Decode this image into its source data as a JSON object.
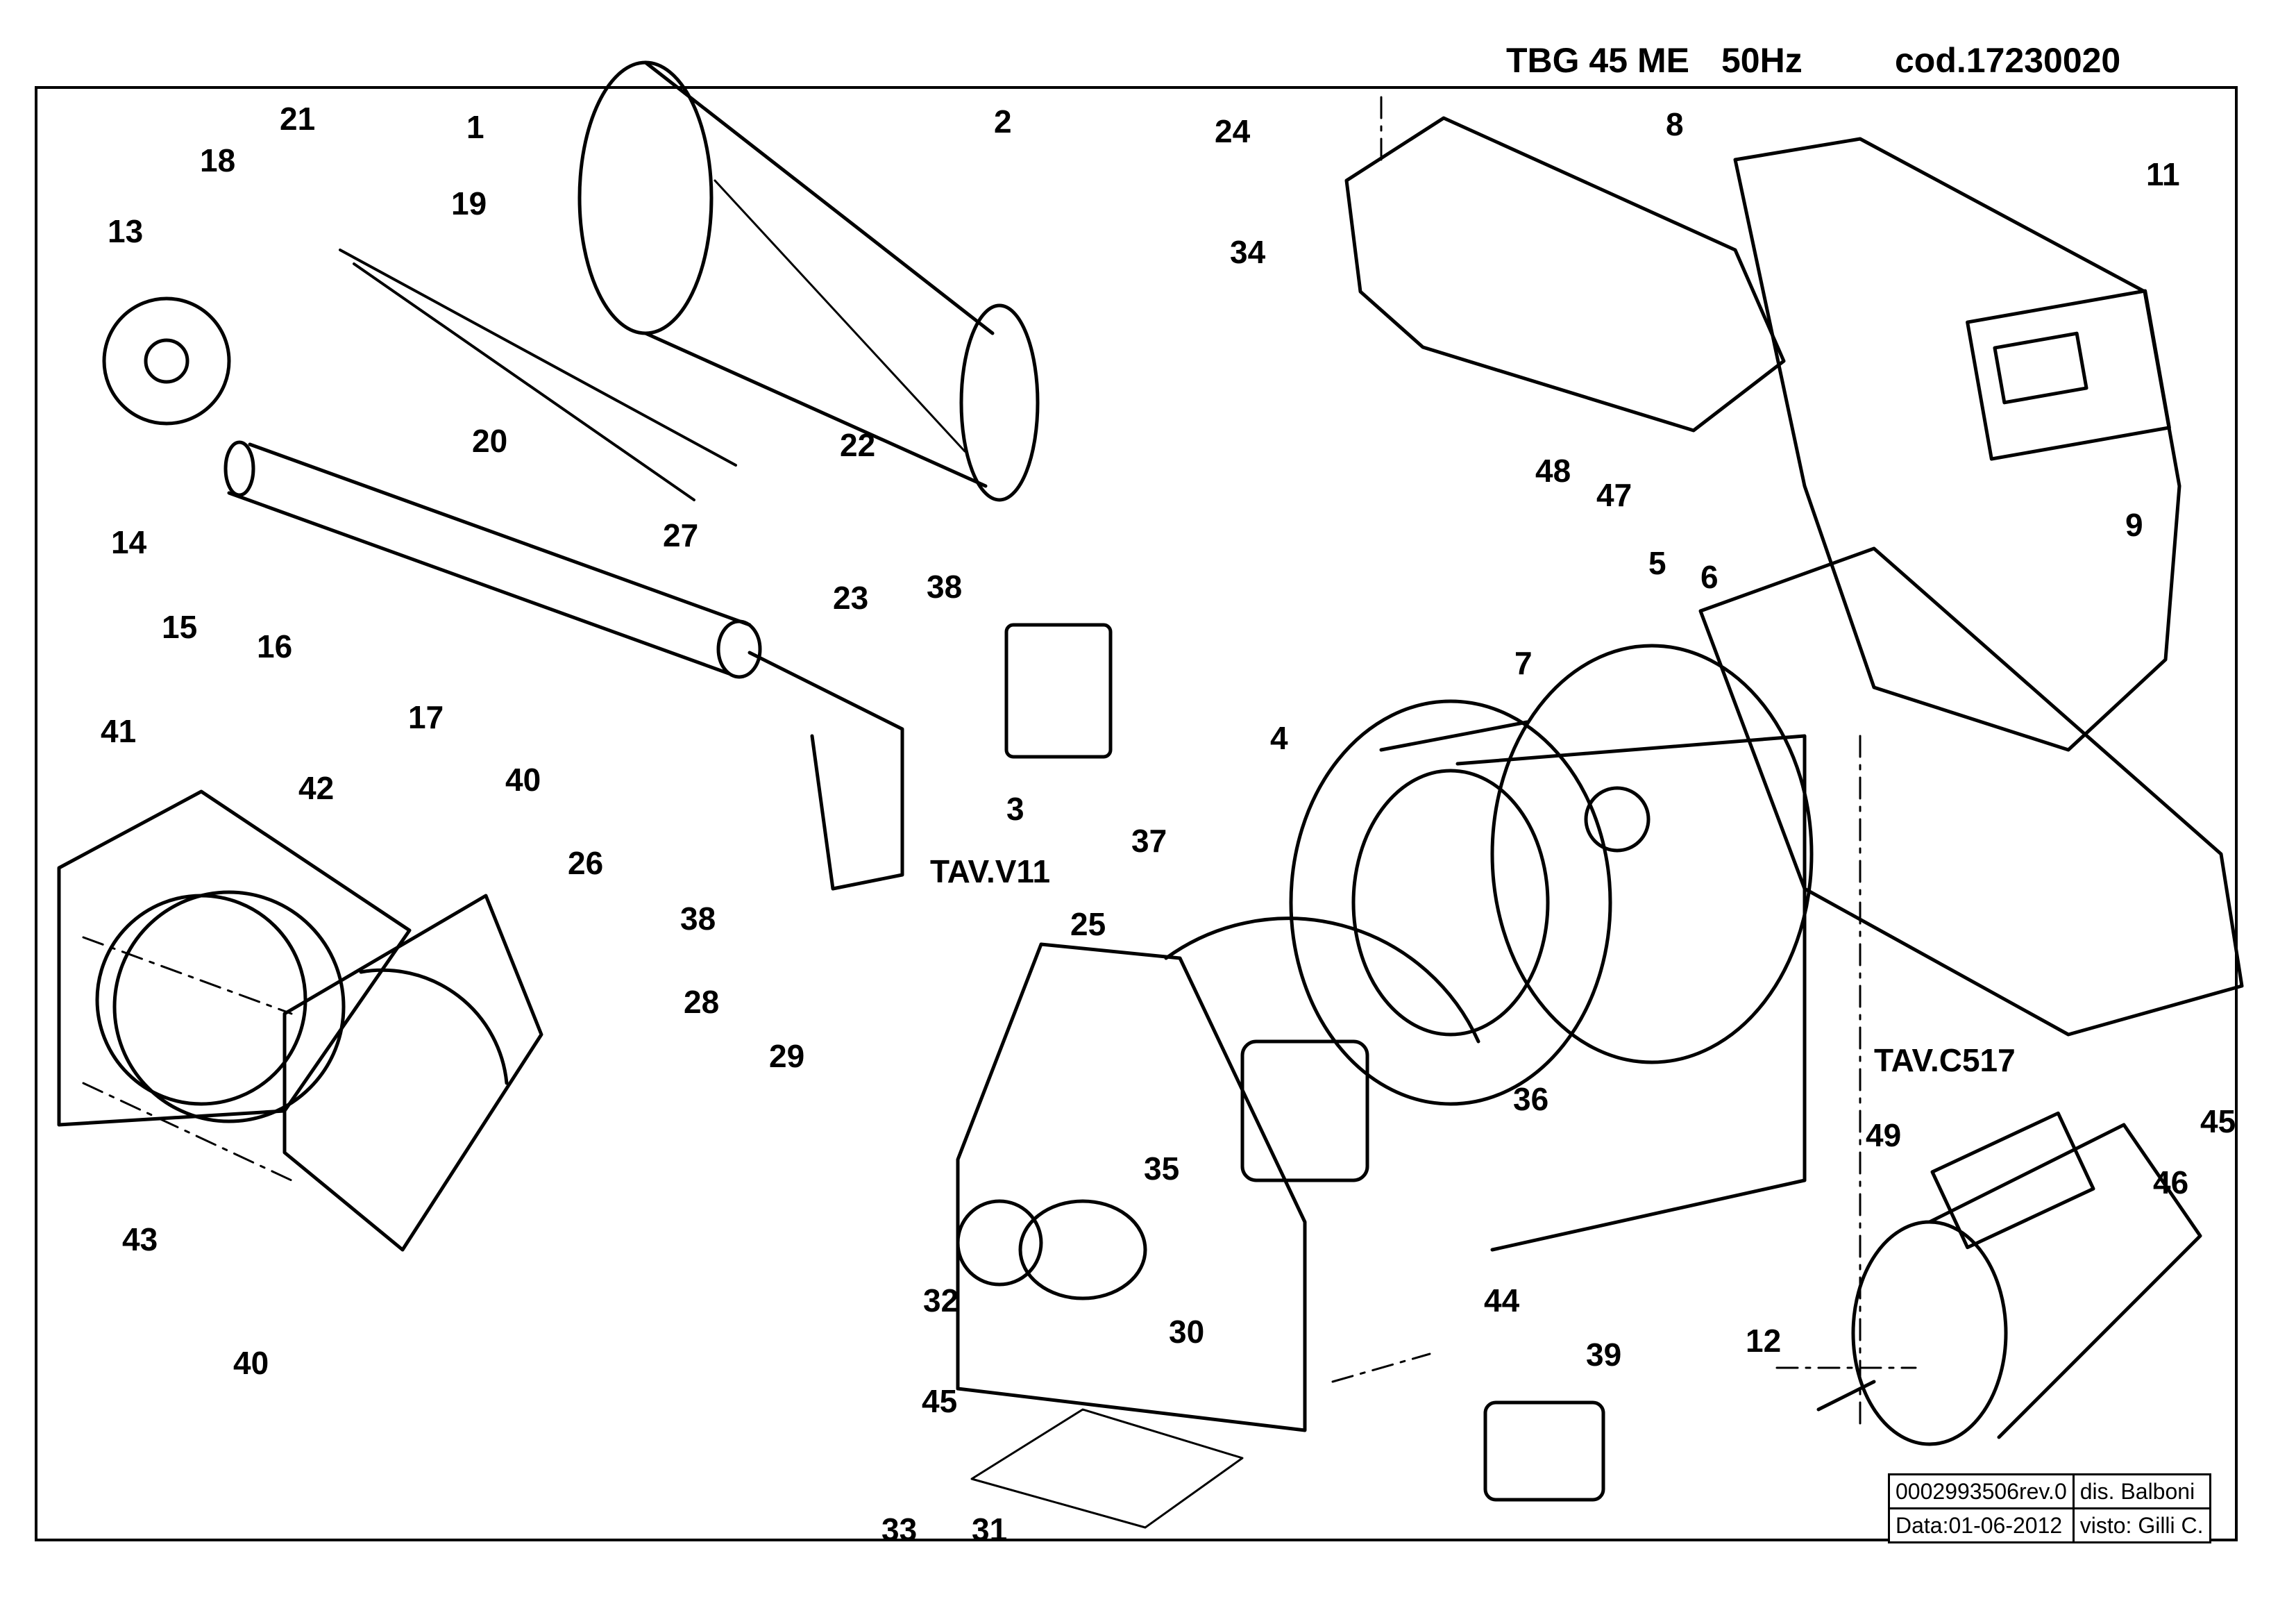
{
  "header": {
    "model": "TBG 45 ME",
    "frequency": "50Hz",
    "code": "cod.17230020"
  },
  "references": {
    "valve_table": "TAV.V11",
    "control_table": "TAV.C517"
  },
  "callouts": [
    "1",
    "2",
    "3",
    "4",
    "5",
    "6",
    "7",
    "8",
    "9",
    "11",
    "12",
    "13",
    "14",
    "15",
    "16",
    "17",
    "18",
    "19",
    "20",
    "21",
    "22",
    "23",
    "24",
    "25",
    "26",
    "27",
    "28",
    "29",
    "30",
    "31",
    "32",
    "33",
    "34",
    "35",
    "36",
    "37",
    "38",
    "38",
    "39",
    "40",
    "40",
    "41",
    "42",
    "43",
    "44",
    "45",
    "45",
    "46",
    "47",
    "48",
    "49"
  ],
  "title_block": {
    "doc_number": "0002993506rev.0",
    "drawn_by": "dis. Balboni",
    "date": "Data:01-06-2012",
    "checked_by": "visto: Gilli C."
  }
}
